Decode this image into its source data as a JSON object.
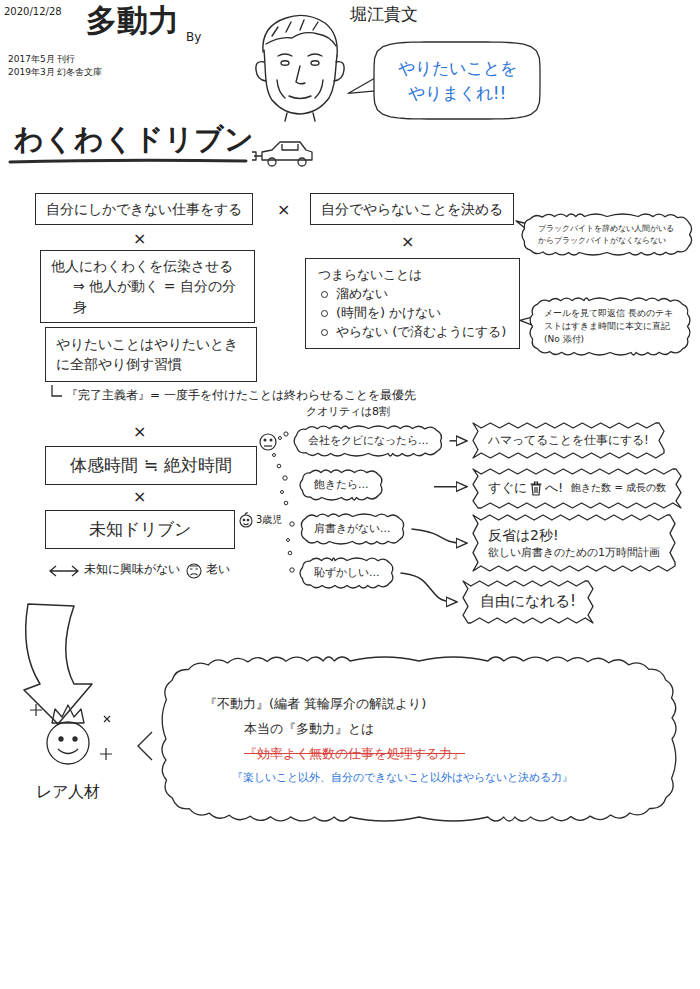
{
  "diagram": {
    "title": "多動力",
    "nodes": [
      {
        "text": [
          "やりたいことを やりまくれ!!"
        ]
      },
      {
        "text": [
          "自分にしかできない仕事をする"
        ]
      },
      {
        "text": [
          "自分でやらないことを決める"
        ]
      },
      {
        "text": [
          "ブラックバイトを辞めない人間がいるからブラックバイトがなくならない"
        ]
      },
      {
        "text": [
          "他人にわくわくを伝染させる",
          "⇒ 他人が動く = 自分の分身"
        ]
      },
      {
        "text": [
          "つまらないことは",
          "溜めない",
          "(時間を) かけない",
          "やらない (で済むようにする)"
        ]
      },
      {
        "text": [
          "メールを見て即返信 長めのテキストはすきま時間に本文に直記 (No 添付)"
        ]
      },
      {
        "text": [
          "やりたいことはやりたいときに全部やり倒す習慣"
        ]
      },
      {
        "text": [
          "体感時間 ≒ 絶対時間"
        ]
      },
      {
        "text": [
          "未知ドリブン"
        ]
      },
      {
        "text": [
          "会社をクビになったら..."
        ]
      },
      {
        "text": [
          "ハマってることを仕事にする!"
        ]
      },
      {
        "text": [
          "飽きたら..."
        ]
      },
      {
        "text": [
          "すぐに",
          "へ!",
          "飽きた数 = 成長の数"
        ]
      },
      {
        "text": [
          "肩書きがない..."
        ]
      },
      {
        "text": [
          "反省は2秒!",
          "欲しい肩書きのための1万時間計画"
        ]
      },
      {
        "text": [
          "恥ずかしい..."
        ]
      },
      {
        "text": [
          "自由になれる!"
        ]
      },
      {
        "text": [
          "『不動力』(編者 箕輪厚介の解説より)",
          "本当の『多動力』とは",
          "『効率よく無数の仕事を処理する力』",
          "『楽しいこと以外、自分のできないこと以外はやらないと決める力』"
        ]
      }
    ],
    "edges": [
      {
        "from": 10,
        "to": 11,
        "arrow": "to"
      },
      {
        "from": 12,
        "to": 13,
        "arrow": "to"
      },
      {
        "from": 14,
        "to": 15,
        "arrow": "to"
      },
      {
        "from": 16,
        "to": 17,
        "arrow": "to"
      }
    ],
    "labels": [
      "2020/12/28",
      "By",
      "堀江貴文",
      "2017年5月 刊行",
      "2019年3月 幻冬舎文庫",
      "わくわくドリブン",
      "×",
      "×",
      "×",
      "×",
      "×",
      "×",
      "『完了主義者』= 一度手を付けたことは終わらせることを最優先",
      "クオリティは8割",
      "3歳児",
      "未知に興味がない",
      "老い",
      "レア人材"
    ]
  }
}
